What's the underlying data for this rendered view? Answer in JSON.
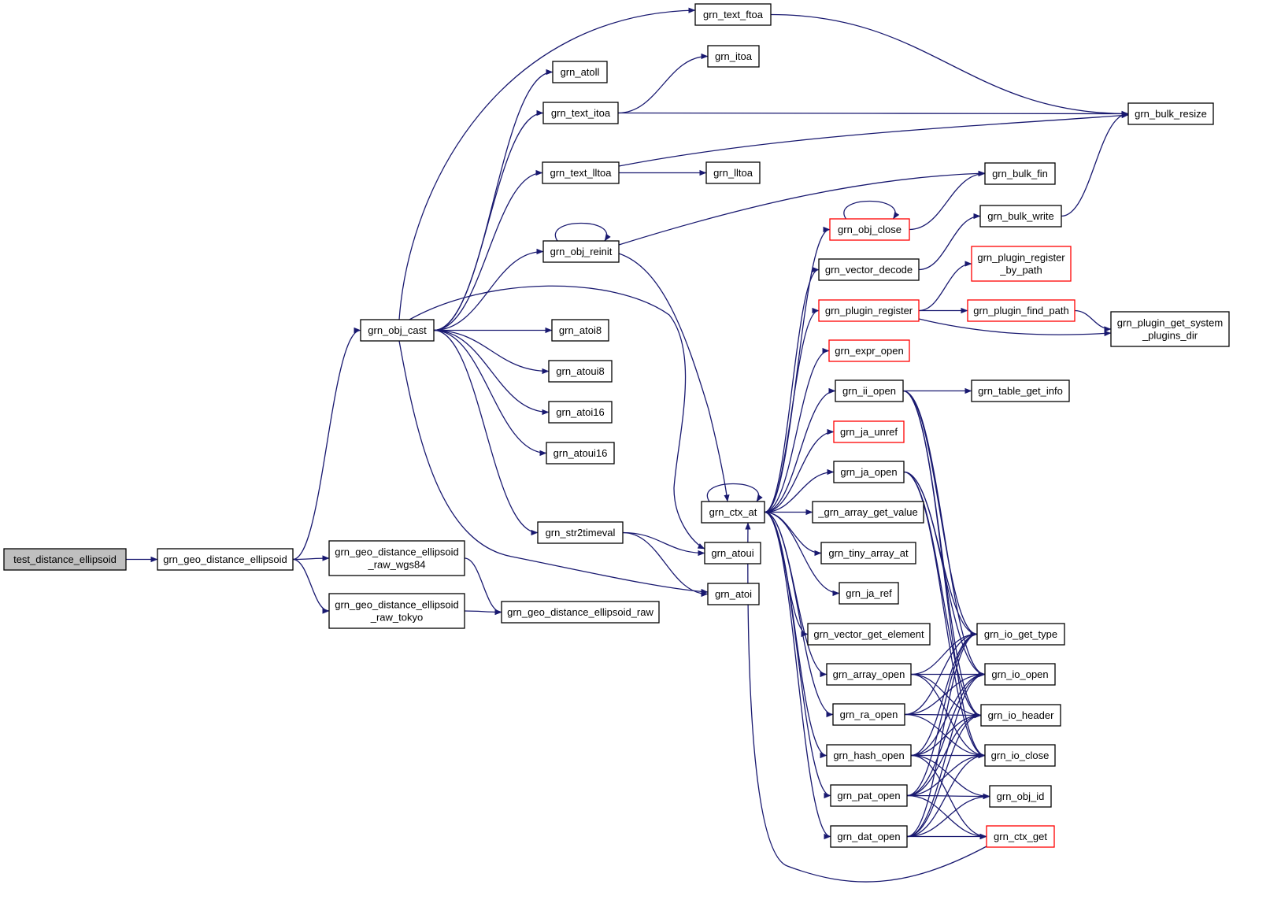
{
  "colors": {
    "edge": "#191970",
    "node_border": "#000000",
    "node_border_incomplete": "#ff0000",
    "root_fill": "#bfbfbf"
  },
  "nodes": [
    {
      "id": "test_distance_ellipsoid",
      "lines": [
        "test_distance_ellipsoid"
      ],
      "root": true
    },
    {
      "id": "grn_geo_distance_ellipsoid",
      "lines": [
        "grn_geo_distance_ellipsoid"
      ]
    },
    {
      "id": "grn_obj_cast",
      "lines": [
        "grn_obj_cast"
      ]
    },
    {
      "id": "wgs84",
      "lines": [
        "grn_geo_distance_ellipsoid",
        "_raw_wgs84"
      ]
    },
    {
      "id": "tokyo",
      "lines": [
        "grn_geo_distance_ellipsoid",
        "_raw_tokyo"
      ]
    },
    {
      "id": "raw",
      "lines": [
        "grn_geo_distance_ellipsoid_raw"
      ]
    },
    {
      "id": "grn_text_ftoa",
      "lines": [
        "grn_text_ftoa"
      ]
    },
    {
      "id": "grn_atoll",
      "lines": [
        "grn_atoll"
      ]
    },
    {
      "id": "grn_text_itoa",
      "lines": [
        "grn_text_itoa"
      ]
    },
    {
      "id": "grn_text_lltoa",
      "lines": [
        "grn_text_lltoa"
      ]
    },
    {
      "id": "grn_obj_reinit",
      "lines": [
        "grn_obj_reinit"
      ]
    },
    {
      "id": "grn_atoi8",
      "lines": [
        "grn_atoi8"
      ]
    },
    {
      "id": "grn_atoui8",
      "lines": [
        "grn_atoui8"
      ]
    },
    {
      "id": "grn_atoi16",
      "lines": [
        "grn_atoi16"
      ]
    },
    {
      "id": "grn_atoui16",
      "lines": [
        "grn_atoui16"
      ]
    },
    {
      "id": "grn_str2timeval",
      "lines": [
        "grn_str2timeval"
      ]
    },
    {
      "id": "grn_itoa",
      "lines": [
        "grn_itoa"
      ]
    },
    {
      "id": "grn_lltoa",
      "lines": [
        "grn_lltoa"
      ]
    },
    {
      "id": "grn_ctx_at",
      "lines": [
        "grn_ctx_at"
      ]
    },
    {
      "id": "grn_atoui",
      "lines": [
        "grn_atoui"
      ]
    },
    {
      "id": "grn_atoi",
      "lines": [
        "grn_atoi"
      ]
    },
    {
      "id": "grn_bulk_resize",
      "lines": [
        "grn_bulk_resize"
      ]
    },
    {
      "id": "grn_bulk_fin",
      "lines": [
        "grn_bulk_fin"
      ]
    },
    {
      "id": "grn_bulk_write",
      "lines": [
        "grn_bulk_write"
      ]
    },
    {
      "id": "grn_obj_close",
      "lines": [
        "grn_obj_close"
      ],
      "red": true
    },
    {
      "id": "grn_vector_decode",
      "lines": [
        "grn_vector_decode"
      ]
    },
    {
      "id": "grn_plugin_register_by_path",
      "lines": [
        "grn_plugin_register",
        "_by_path"
      ],
      "red": true
    },
    {
      "id": "grn_plugin_register",
      "lines": [
        "grn_plugin_register"
      ],
      "red": true
    },
    {
      "id": "grn_plugin_find_path",
      "lines": [
        "grn_plugin_find_path"
      ],
      "red": true
    },
    {
      "id": "grn_plugin_get_system_plugins_dir",
      "lines": [
        "grn_plugin_get_system",
        "_plugins_dir"
      ]
    },
    {
      "id": "grn_expr_open",
      "lines": [
        "grn_expr_open"
      ],
      "red": true
    },
    {
      "id": "grn_ii_open",
      "lines": [
        "grn_ii_open"
      ]
    },
    {
      "id": "grn_table_get_info",
      "lines": [
        "grn_table_get_info"
      ]
    },
    {
      "id": "grn_ja_unref",
      "lines": [
        "grn_ja_unref"
      ],
      "red": true
    },
    {
      "id": "grn_ja_open",
      "lines": [
        "grn_ja_open"
      ]
    },
    {
      "id": "_grn_array_get_value",
      "lines": [
        "_grn_array_get_value"
      ]
    },
    {
      "id": "grn_tiny_array_at",
      "lines": [
        "grn_tiny_array_at"
      ]
    },
    {
      "id": "grn_ja_ref",
      "lines": [
        "grn_ja_ref"
      ]
    },
    {
      "id": "grn_vector_get_element",
      "lines": [
        "grn_vector_get_element"
      ]
    },
    {
      "id": "grn_array_open",
      "lines": [
        "grn_array_open"
      ]
    },
    {
      "id": "grn_ra_open",
      "lines": [
        "grn_ra_open"
      ]
    },
    {
      "id": "grn_hash_open",
      "lines": [
        "grn_hash_open"
      ]
    },
    {
      "id": "grn_pat_open",
      "lines": [
        "grn_pat_open"
      ]
    },
    {
      "id": "grn_dat_open",
      "lines": [
        "grn_dat_open"
      ]
    },
    {
      "id": "grn_io_get_type",
      "lines": [
        "grn_io_get_type"
      ]
    },
    {
      "id": "grn_io_open",
      "lines": [
        "grn_io_open"
      ]
    },
    {
      "id": "grn_io_header",
      "lines": [
        "grn_io_header"
      ]
    },
    {
      "id": "grn_io_close",
      "lines": [
        "grn_io_close"
      ]
    },
    {
      "id": "grn_obj_id",
      "lines": [
        "grn_obj_id"
      ]
    },
    {
      "id": "grn_ctx_get",
      "lines": [
        "grn_ctx_get"
      ],
      "red": true
    }
  ],
  "edges": [
    [
      "test_distance_ellipsoid",
      "grn_geo_distance_ellipsoid"
    ],
    [
      "grn_geo_distance_ellipsoid",
      "grn_obj_cast"
    ],
    [
      "grn_geo_distance_ellipsoid",
      "wgs84"
    ],
    [
      "grn_geo_distance_ellipsoid",
      "tokyo"
    ],
    [
      "wgs84",
      "raw"
    ],
    [
      "tokyo",
      "raw"
    ],
    [
      "grn_obj_cast",
      "grn_text_ftoa"
    ],
    [
      "grn_obj_cast",
      "grn_atoll"
    ],
    [
      "grn_obj_cast",
      "grn_text_itoa"
    ],
    [
      "grn_obj_cast",
      "grn_text_lltoa"
    ],
    [
      "grn_obj_cast",
      "grn_obj_reinit"
    ],
    [
      "grn_obj_cast",
      "grn_atoi8"
    ],
    [
      "grn_obj_cast",
      "grn_atoui8"
    ],
    [
      "grn_obj_cast",
      "grn_atoi16"
    ],
    [
      "grn_obj_cast",
      "grn_atoui16"
    ],
    [
      "grn_obj_cast",
      "grn_str2timeval"
    ],
    [
      "grn_obj_cast",
      "grn_atoui"
    ],
    [
      "grn_obj_cast",
      "grn_atoi"
    ],
    [
      "grn_text_ftoa",
      "grn_bulk_resize"
    ],
    [
      "grn_text_itoa",
      "grn_itoa"
    ],
    [
      "grn_text_itoa",
      "grn_bulk_resize"
    ],
    [
      "grn_text_lltoa",
      "grn_bulk_resize"
    ],
    [
      "grn_text_lltoa",
      "grn_lltoa"
    ],
    [
      "grn_obj_reinit",
      "grn_obj_reinit"
    ],
    [
      "grn_obj_reinit",
      "grn_bulk_fin"
    ],
    [
      "grn_obj_reinit",
      "grn_ctx_at"
    ],
    [
      "grn_str2timeval",
      "grn_atoui"
    ],
    [
      "grn_str2timeval",
      "grn_atoi"
    ],
    [
      "grn_ctx_at",
      "grn_ctx_at"
    ],
    [
      "grn_ctx_at",
      "grn_obj_close"
    ],
    [
      "grn_ctx_at",
      "grn_vector_decode"
    ],
    [
      "grn_ctx_at",
      "grn_plugin_register"
    ],
    [
      "grn_ctx_at",
      "grn_expr_open"
    ],
    [
      "grn_ctx_at",
      "grn_ii_open"
    ],
    [
      "grn_ctx_at",
      "grn_ja_unref"
    ],
    [
      "grn_ctx_at",
      "grn_ja_open"
    ],
    [
      "grn_ctx_at",
      "_grn_array_get_value"
    ],
    [
      "grn_ctx_at",
      "grn_tiny_array_at"
    ],
    [
      "grn_ctx_at",
      "grn_ja_ref"
    ],
    [
      "grn_ctx_at",
      "grn_vector_get_element"
    ],
    [
      "grn_ctx_at",
      "grn_array_open"
    ],
    [
      "grn_ctx_at",
      "grn_ra_open"
    ],
    [
      "grn_ctx_at",
      "grn_hash_open"
    ],
    [
      "grn_ctx_at",
      "grn_pat_open"
    ],
    [
      "grn_ctx_at",
      "grn_dat_open"
    ],
    [
      "grn_obj_close",
      "grn_obj_close"
    ],
    [
      "grn_obj_close",
      "grn_bulk_fin"
    ],
    [
      "grn_vector_decode",
      "grn_bulk_write"
    ],
    [
      "grn_bulk_write",
      "grn_bulk_resize"
    ],
    [
      "grn_plugin_register",
      "grn_plugin_register_by_path"
    ],
    [
      "grn_plugin_register",
      "grn_plugin_find_path"
    ],
    [
      "grn_plugin_register",
      "grn_plugin_get_system_plugins_dir"
    ],
    [
      "grn_plugin_find_path",
      "grn_plugin_get_system_plugins_dir"
    ],
    [
      "grn_ii_open",
      "grn_table_get_info"
    ],
    [
      "grn_ii_open",
      "grn_io_get_type"
    ],
    [
      "grn_ii_open",
      "grn_io_open"
    ],
    [
      "grn_ii_open",
      "grn_io_header"
    ],
    [
      "grn_ii_open",
      "grn_io_close"
    ],
    [
      "grn_ja_open",
      "grn_io_get_type"
    ],
    [
      "grn_ja_open",
      "grn_io_open"
    ],
    [
      "grn_ja_open",
      "grn_io_header"
    ],
    [
      "grn_ja_open",
      "grn_io_close"
    ],
    [
      "grn_array_open",
      "grn_io_get_type"
    ],
    [
      "grn_array_open",
      "grn_io_open"
    ],
    [
      "grn_array_open",
      "grn_io_header"
    ],
    [
      "grn_array_open",
      "grn_io_close"
    ],
    [
      "grn_ra_open",
      "grn_io_get_type"
    ],
    [
      "grn_ra_open",
      "grn_io_open"
    ],
    [
      "grn_ra_open",
      "grn_io_header"
    ],
    [
      "grn_ra_open",
      "grn_io_close"
    ],
    [
      "grn_hash_open",
      "grn_io_get_type"
    ],
    [
      "grn_hash_open",
      "grn_io_open"
    ],
    [
      "grn_hash_open",
      "grn_io_header"
    ],
    [
      "grn_hash_open",
      "grn_io_close"
    ],
    [
      "grn_hash_open",
      "grn_obj_id"
    ],
    [
      "grn_hash_open",
      "grn_ctx_get"
    ],
    [
      "grn_pat_open",
      "grn_io_get_type"
    ],
    [
      "grn_pat_open",
      "grn_io_open"
    ],
    [
      "grn_pat_open",
      "grn_io_header"
    ],
    [
      "grn_pat_open",
      "grn_io_close"
    ],
    [
      "grn_pat_open",
      "grn_obj_id"
    ],
    [
      "grn_pat_open",
      "grn_ctx_get"
    ],
    [
      "grn_dat_open",
      "grn_io_get_type"
    ],
    [
      "grn_dat_open",
      "grn_io_open"
    ],
    [
      "grn_dat_open",
      "grn_io_header"
    ],
    [
      "grn_dat_open",
      "grn_io_close"
    ],
    [
      "grn_dat_open",
      "grn_obj_id"
    ],
    [
      "grn_dat_open",
      "grn_ctx_get"
    ],
    [
      "grn_ctx_get",
      "grn_ctx_at"
    ]
  ]
}
